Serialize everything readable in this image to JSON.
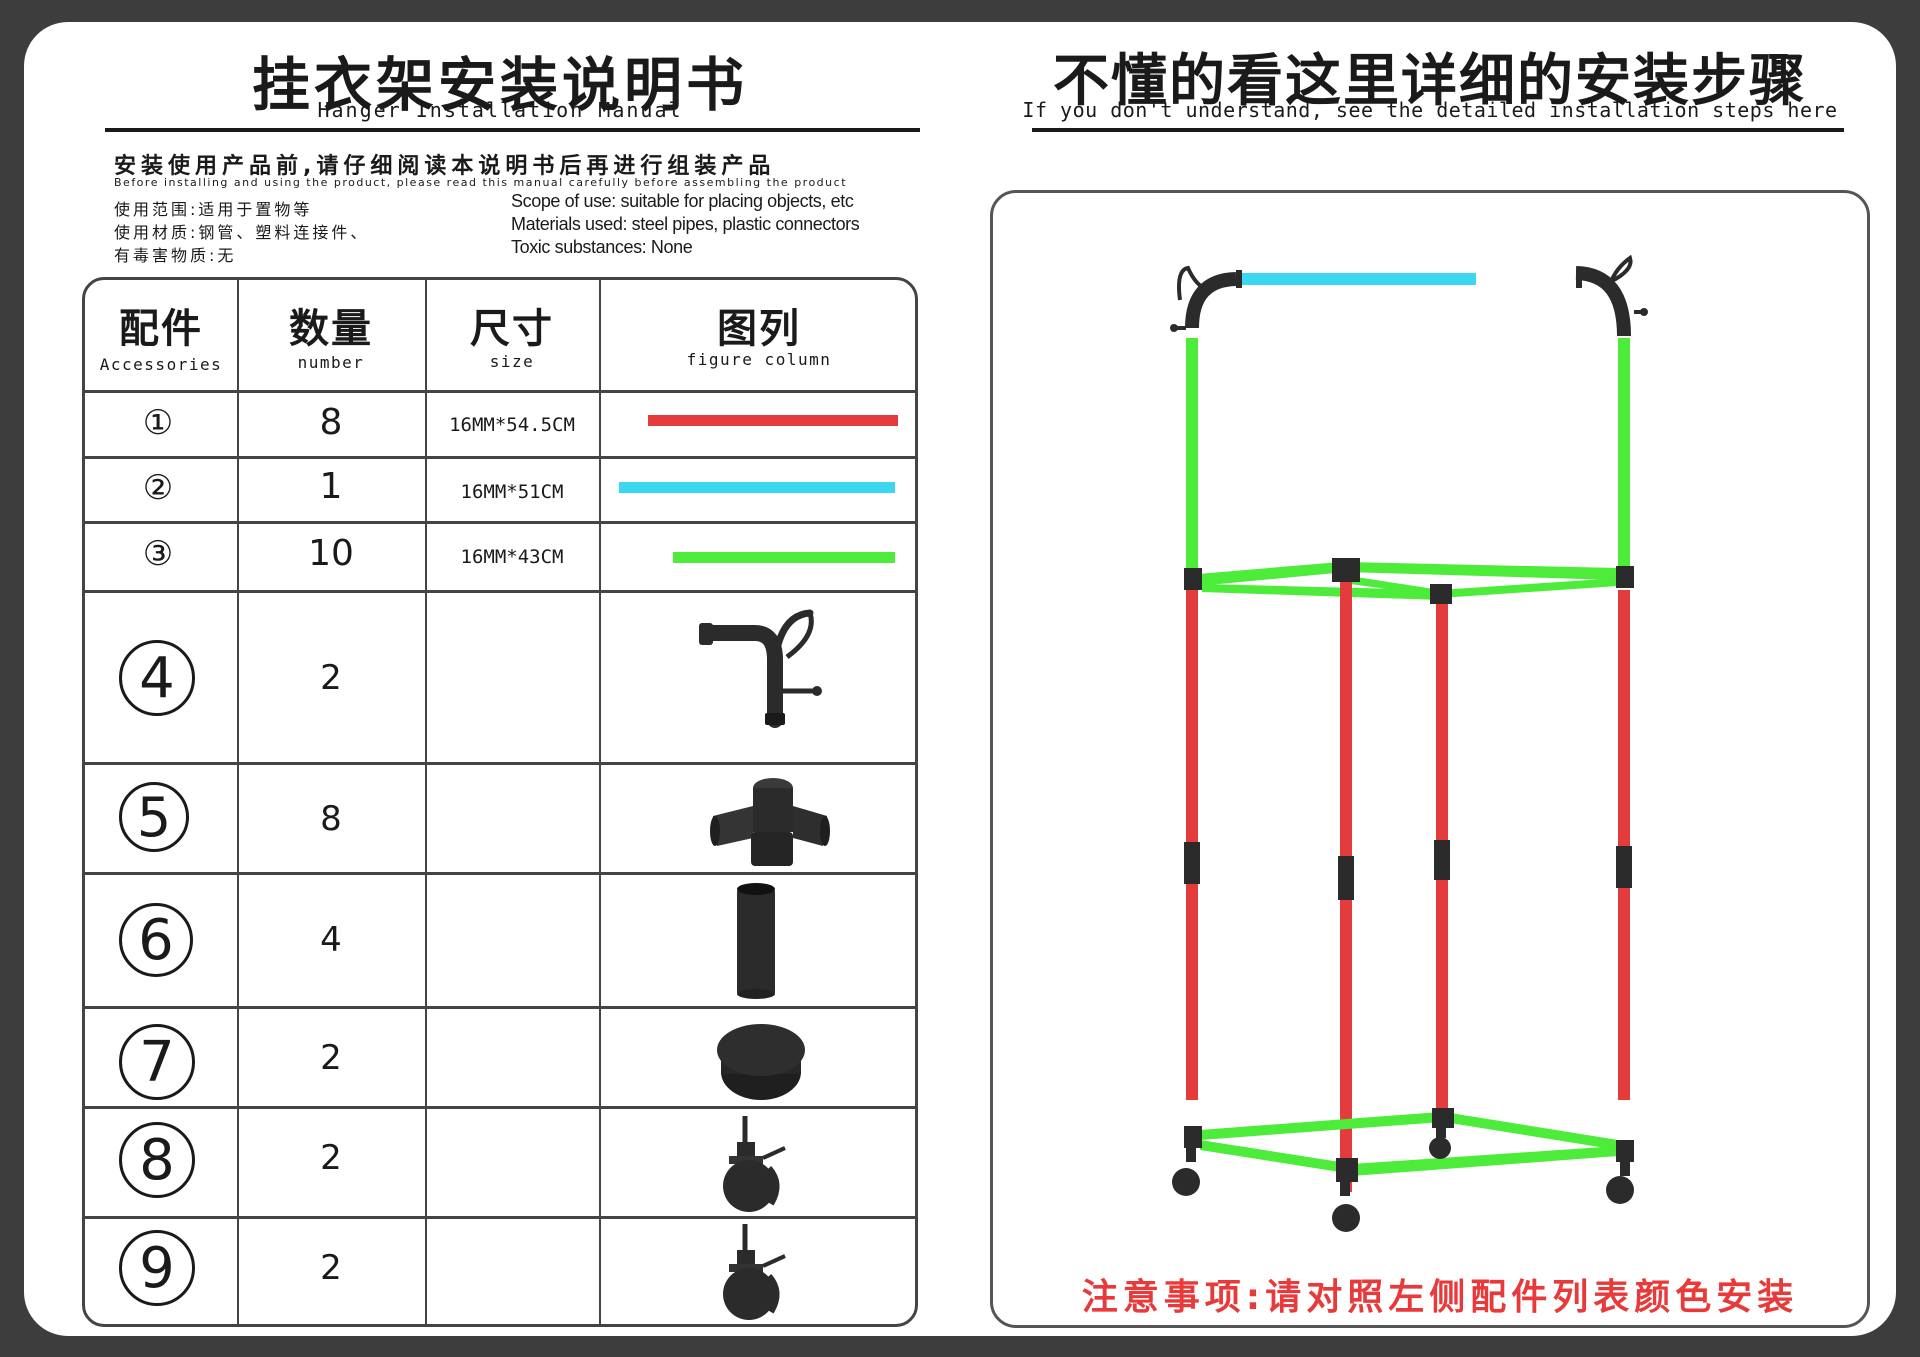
{
  "left_header": {
    "title_cn": "挂衣架安装说明书",
    "title_en": "Hanger Installation Manual"
  },
  "right_header": {
    "title_cn": "不懂的看这里详细的安装步骤",
    "title_en": "If you don't understand, see the detailed installation steps here"
  },
  "notice": {
    "cn": "安装使用产品前,请仔细阅读本说明书后再进行组装产品",
    "en": "Before installing and using the product, please read this manual carefully before assembling the product"
  },
  "info": {
    "scope_cn": "使用范围:适用于置物等",
    "materials_cn": "使用材质:钢管、塑料连接件、",
    "toxic_cn": "有毒害物质:无",
    "scope_en": "Scope of use: suitable for placing objects, etc",
    "materials_en": "Materials used: steel pipes, plastic connectors",
    "toxic_en": "Toxic substances: None"
  },
  "table": {
    "headers": [
      {
        "cn": "配件",
        "en": "Accessories"
      },
      {
        "cn": "数量",
        "en": "number"
      },
      {
        "cn": "尺寸",
        "en": "size"
      },
      {
        "cn": "图列",
        "en": "figure column"
      }
    ],
    "rows": [
      {
        "no": "①",
        "qty": "8",
        "size": "16MM*54.5CM",
        "figure": "red-tube"
      },
      {
        "no": "②",
        "qty": "1",
        "size": "16MM*51CM",
        "figure": "blue-tube"
      },
      {
        "no": "③",
        "qty": "10",
        "size": "16MM*43CM",
        "figure": "green-tube"
      },
      {
        "no": "4",
        "qty": "2",
        "size": "",
        "figure": "hook-elbow-connector"
      },
      {
        "no": "5",
        "qty": "8",
        "size": "",
        "figure": "three-way-connector"
      },
      {
        "no": "6",
        "qty": "4",
        "size": "",
        "figure": "tube-coupler"
      },
      {
        "no": "7",
        "qty": "2",
        "size": "",
        "figure": "end-cap"
      },
      {
        "no": "8",
        "qty": "2",
        "size": "",
        "figure": "caster-wheel"
      },
      {
        "no": "9",
        "qty": "2",
        "size": "",
        "figure": "caster-wheel-brake"
      }
    ]
  },
  "colors": {
    "red_tube": "#e43c3c",
    "blue_tube": "#3ad7ef",
    "green_tube": "#4deb3a",
    "connector": "#2b2b2b",
    "note_red": "#e83a3a"
  },
  "note": "注意事项:请对照左侧配件列表颜色安装"
}
